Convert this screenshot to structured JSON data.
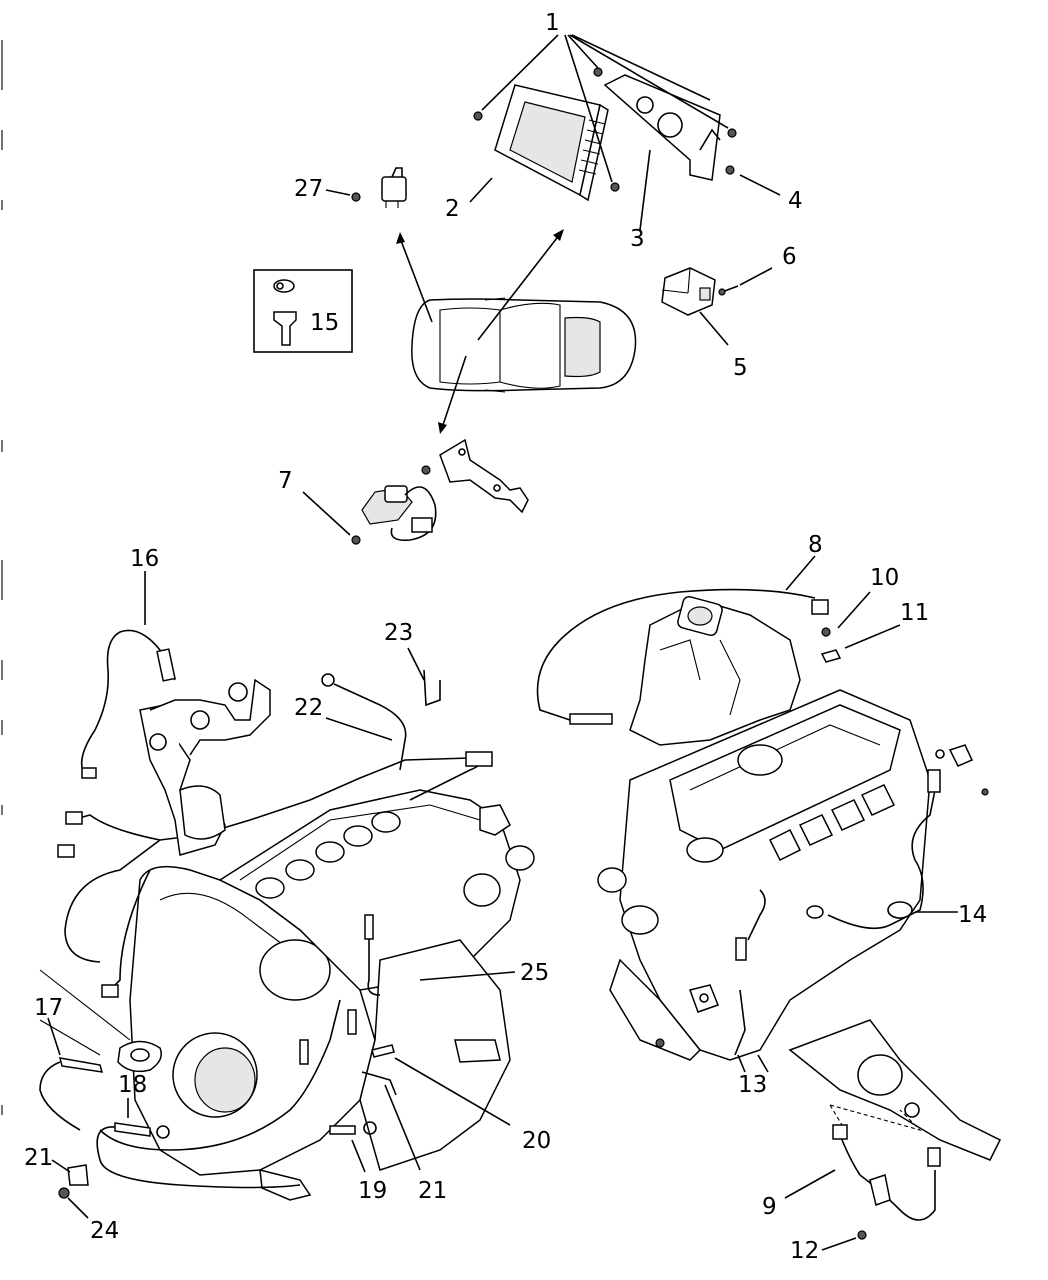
{
  "callouts": [
    {
      "id": "1",
      "text": "1"
    },
    {
      "id": "2",
      "text": "2"
    },
    {
      "id": "3",
      "text": "3"
    },
    {
      "id": "4",
      "text": "4"
    },
    {
      "id": "5",
      "text": "5"
    },
    {
      "id": "6",
      "text": "6"
    },
    {
      "id": "7",
      "text": "7"
    },
    {
      "id": "8",
      "text": "8"
    },
    {
      "id": "9",
      "text": "9"
    },
    {
      "id": "10",
      "text": "10"
    },
    {
      "id": "11",
      "text": "11"
    },
    {
      "id": "12",
      "text": "12"
    },
    {
      "id": "13",
      "text": "13"
    },
    {
      "id": "14",
      "text": "14"
    },
    {
      "id": "15",
      "text": "15"
    },
    {
      "id": "16",
      "text": "16"
    },
    {
      "id": "17",
      "text": "17"
    },
    {
      "id": "18",
      "text": "18"
    },
    {
      "id": "19",
      "text": "19"
    },
    {
      "id": "20",
      "text": "20"
    },
    {
      "id": "21a",
      "text": "21"
    },
    {
      "id": "21b",
      "text": "21"
    },
    {
      "id": "22",
      "text": "22"
    },
    {
      "id": "23",
      "text": "23"
    },
    {
      "id": "24",
      "text": "24"
    },
    {
      "id": "25",
      "text": "25"
    },
    {
      "id": "27",
      "text": "27"
    }
  ]
}
